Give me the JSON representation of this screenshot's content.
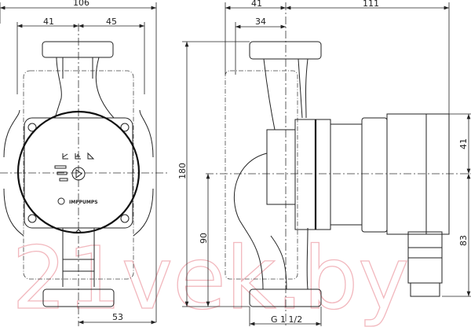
{
  "front_view": {
    "dimensions": {
      "overall_width": "106",
      "left_to_axis": "41",
      "right_to_axis": "45",
      "bottom_to_axis": "53"
    },
    "brand_label": "IMPPUMPS",
    "mode_symbols": [
      "constant-pressure-icon",
      "proportional-pressure-icon",
      "auto-mode-icon"
    ]
  },
  "side_view": {
    "dimensions": {
      "back_to_axis": "41",
      "axis_to_motor_end": "111",
      "inlet_to_axis": "34",
      "port_to_port": "180",
      "axis_height": "90",
      "motor_top_to_axis": "41",
      "axis_to_connector_bottom": "83"
    },
    "thread_label": "G 1 1/2"
  },
  "watermark": "21vek.by"
}
